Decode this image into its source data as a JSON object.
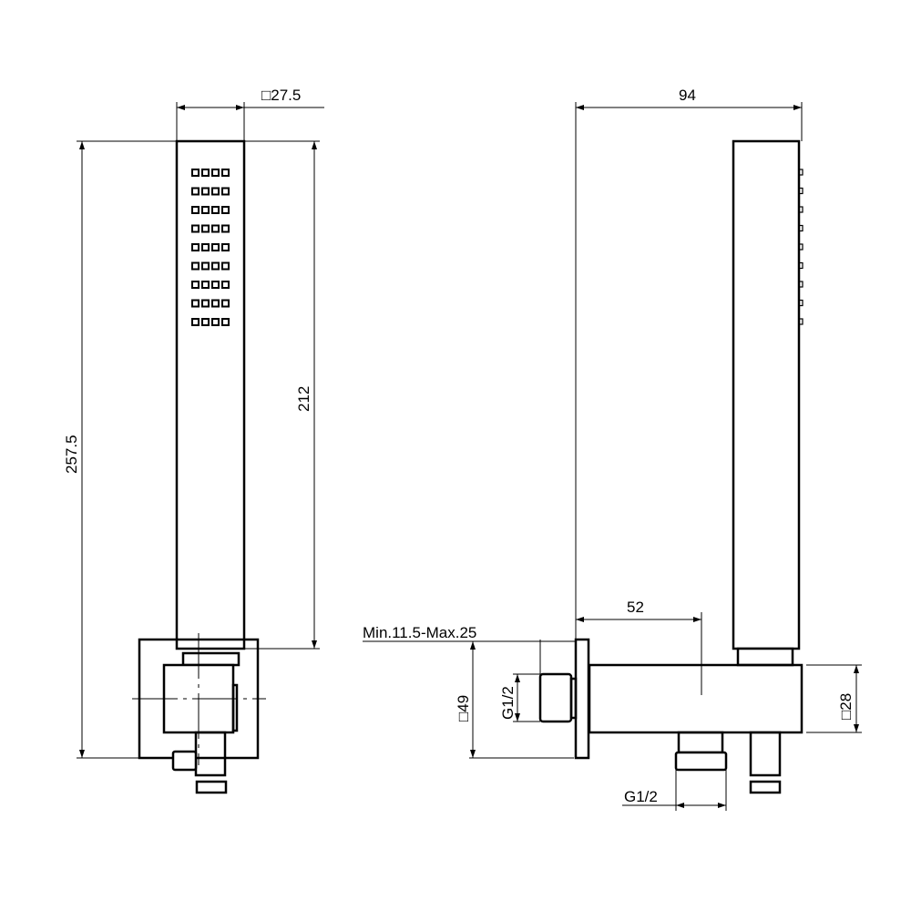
{
  "front_view": {
    "width_dim": "□27.5",
    "total_height_dim": "257.5",
    "handle_length_dim": "212",
    "nozzle_grid": {
      "columns": 4,
      "rows": 9
    }
  },
  "side_view": {
    "depth_dim": "94",
    "outlet_offset_dim": "52",
    "wall_adjust_dim": "Min.11.5-Max.25",
    "plate_dim": "□49",
    "inlet_thread_dim": "G1/2",
    "body_dim": "□28",
    "outlet_thread_dim": "G1/2"
  },
  "colors": {
    "line": "#000000",
    "background": "#ffffff"
  }
}
